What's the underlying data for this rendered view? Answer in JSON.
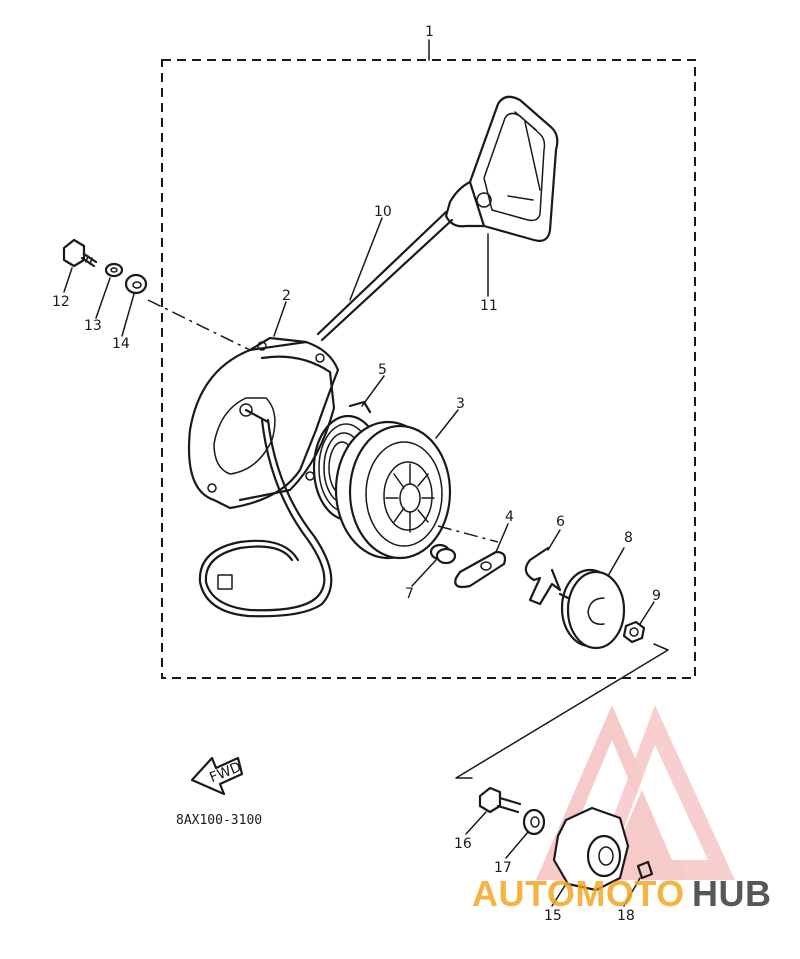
{
  "diagram": {
    "assembly_number": "1",
    "part_code": "8AX100-3100",
    "fwd_label": "FWD",
    "callouts": [
      "2",
      "3",
      "4",
      "5",
      "6",
      "7",
      "8",
      "9",
      "10",
      "11",
      "12",
      "13",
      "14",
      "15",
      "16",
      "17",
      "18"
    ]
  },
  "watermark": {
    "text_part1": "AUTOMOTO",
    "text_part2": "HUB",
    "color_main": "#ee3b3b",
    "color_accent": "#f5a623",
    "color_dark": "#3a3a3a"
  }
}
